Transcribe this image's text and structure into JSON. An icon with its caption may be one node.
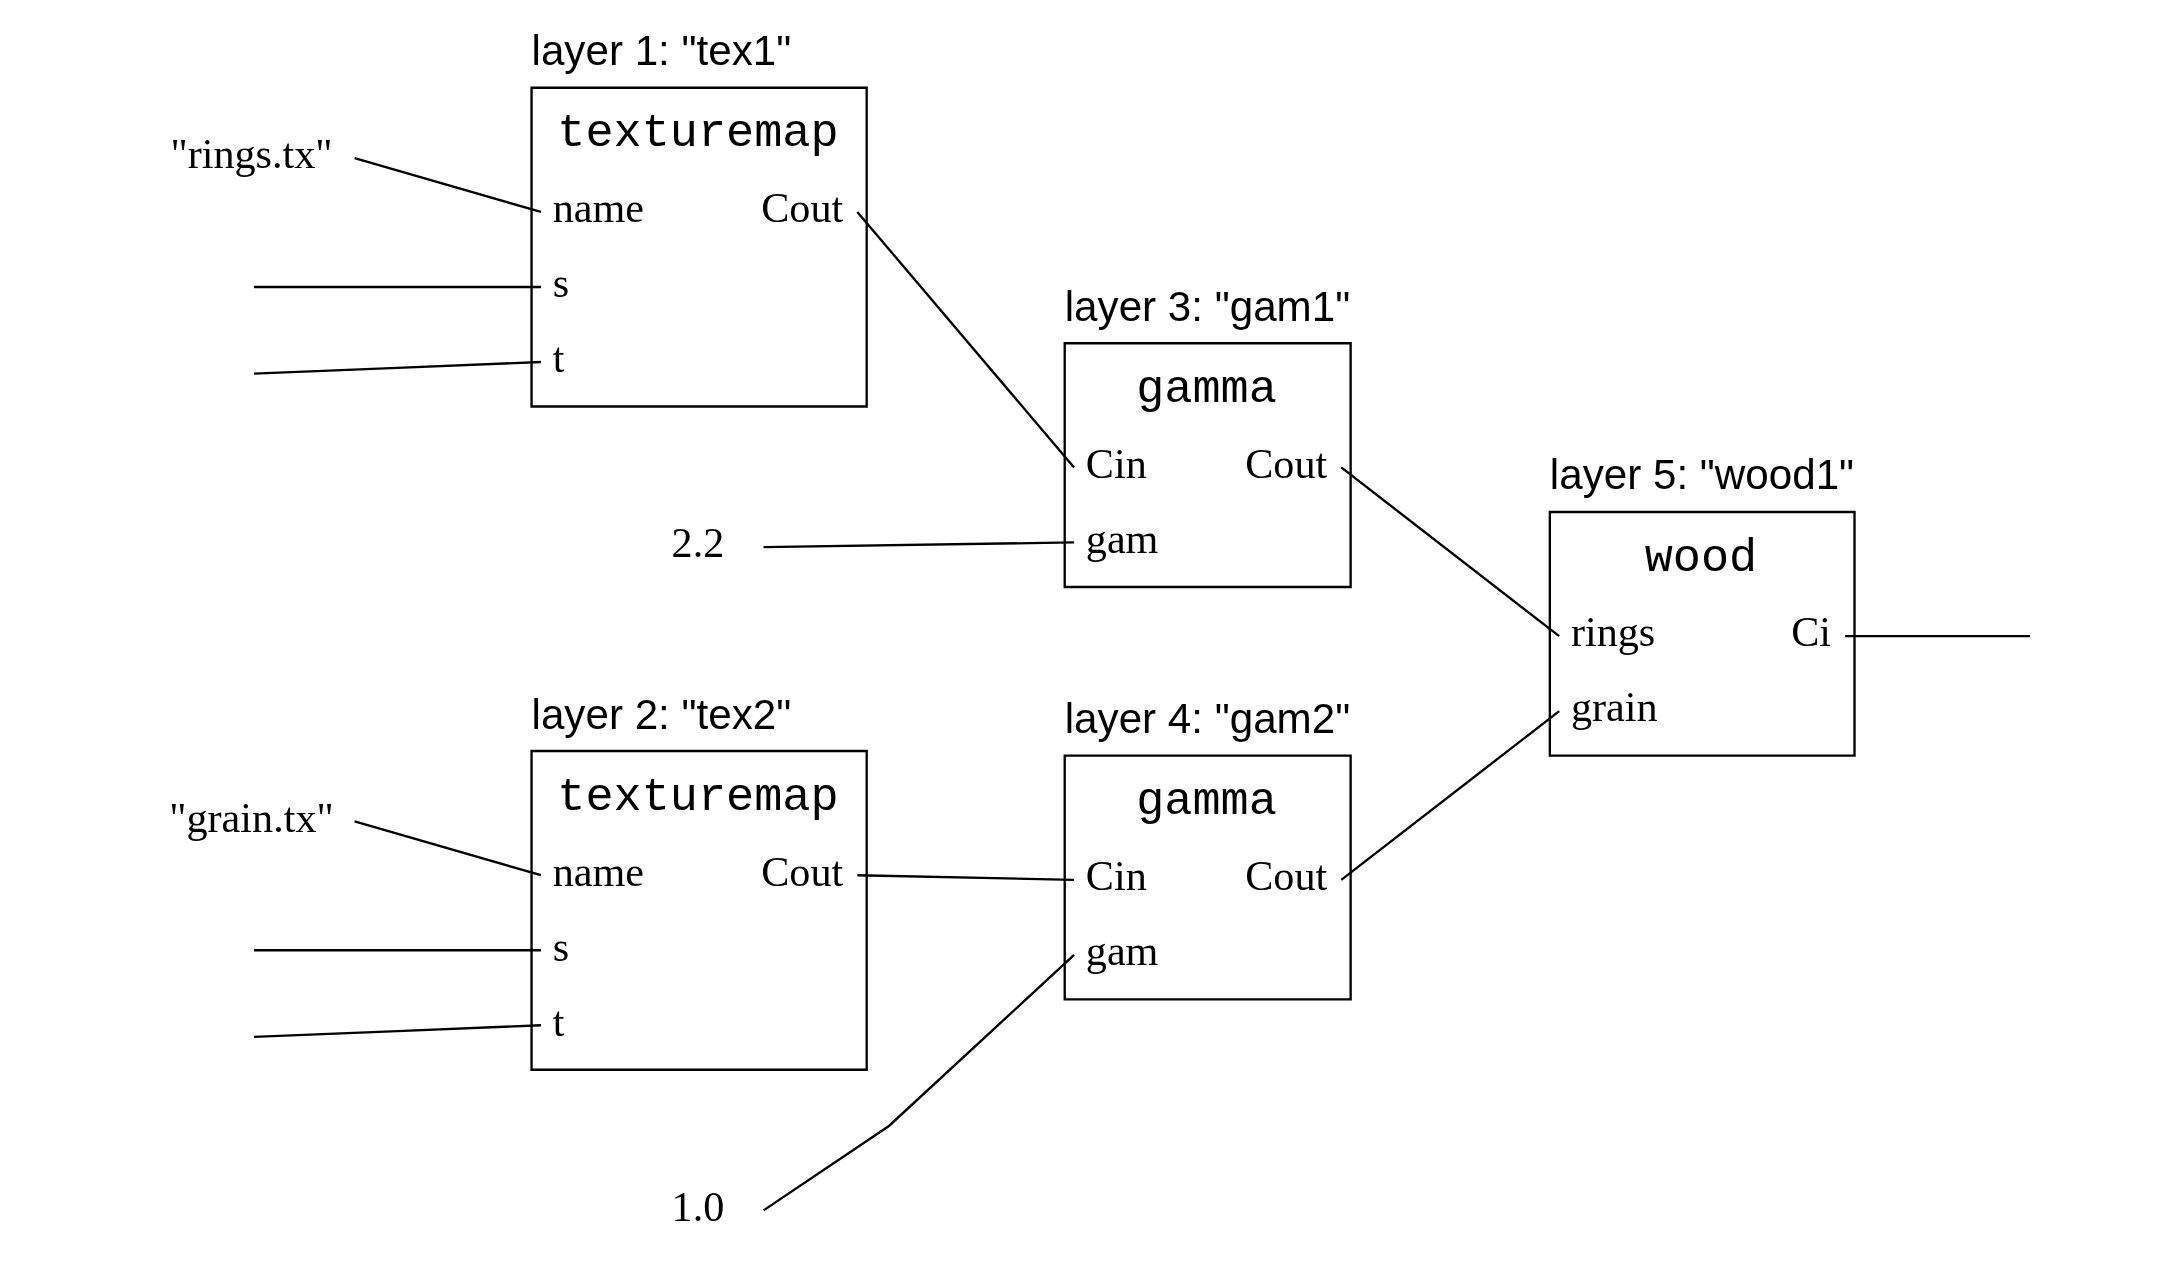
{
  "diagram": {
    "nodes": [
      {
        "text": [
          "\"rings.tx\""
        ]
      },
      {
        "text": [
          "layer 1: \"tex1\"",
          "texturemap",
          "name",
          "Cout",
          "s",
          "t"
        ]
      },
      {
        "text": [
          "2.2"
        ]
      },
      {
        "text": [
          "layer 3: \"gam1\"",
          "gamma",
          "Cin",
          "Cout",
          "gam"
        ]
      },
      {
        "text": [
          "\"grain.tx\""
        ]
      },
      {
        "text": [
          "layer 2: \"tex2\"",
          "texturemap",
          "name",
          "Cout",
          "s",
          "t"
        ]
      },
      {
        "text": [
          "1.0"
        ]
      },
      {
        "text": [
          "layer 4: \"gam2\"",
          "gamma",
          "Cin",
          "Cout",
          "gam"
        ]
      },
      {
        "text": [
          "layer 5: \"wood1\"",
          "wood",
          "rings",
          "Ci",
          "grain"
        ]
      }
    ],
    "edges": [
      {
        "from": 0,
        "to": 1,
        "arrow": "none"
      },
      {
        "from": null,
        "to": 1,
        "arrow": "none"
      },
      {
        "from": null,
        "to": 1,
        "arrow": "none"
      },
      {
        "from": 1,
        "to": 3,
        "arrow": "none"
      },
      {
        "from": 2,
        "to": 3,
        "arrow": "none"
      },
      {
        "from": 3,
        "to": 8,
        "arrow": "none"
      },
      {
        "from": 4,
        "to": 5,
        "arrow": "none"
      },
      {
        "from": null,
        "to": 5,
        "arrow": "none"
      },
      {
        "from": null,
        "to": 5,
        "arrow": "none"
      },
      {
        "from": 5,
        "to": 7,
        "arrow": "none"
      },
      {
        "from": 6,
        "to": 7,
        "arrow": "none"
      },
      {
        "from": 7,
        "to": 8,
        "arrow": "none"
      },
      {
        "from": 8,
        "to": null,
        "arrow": "none"
      }
    ]
  }
}
